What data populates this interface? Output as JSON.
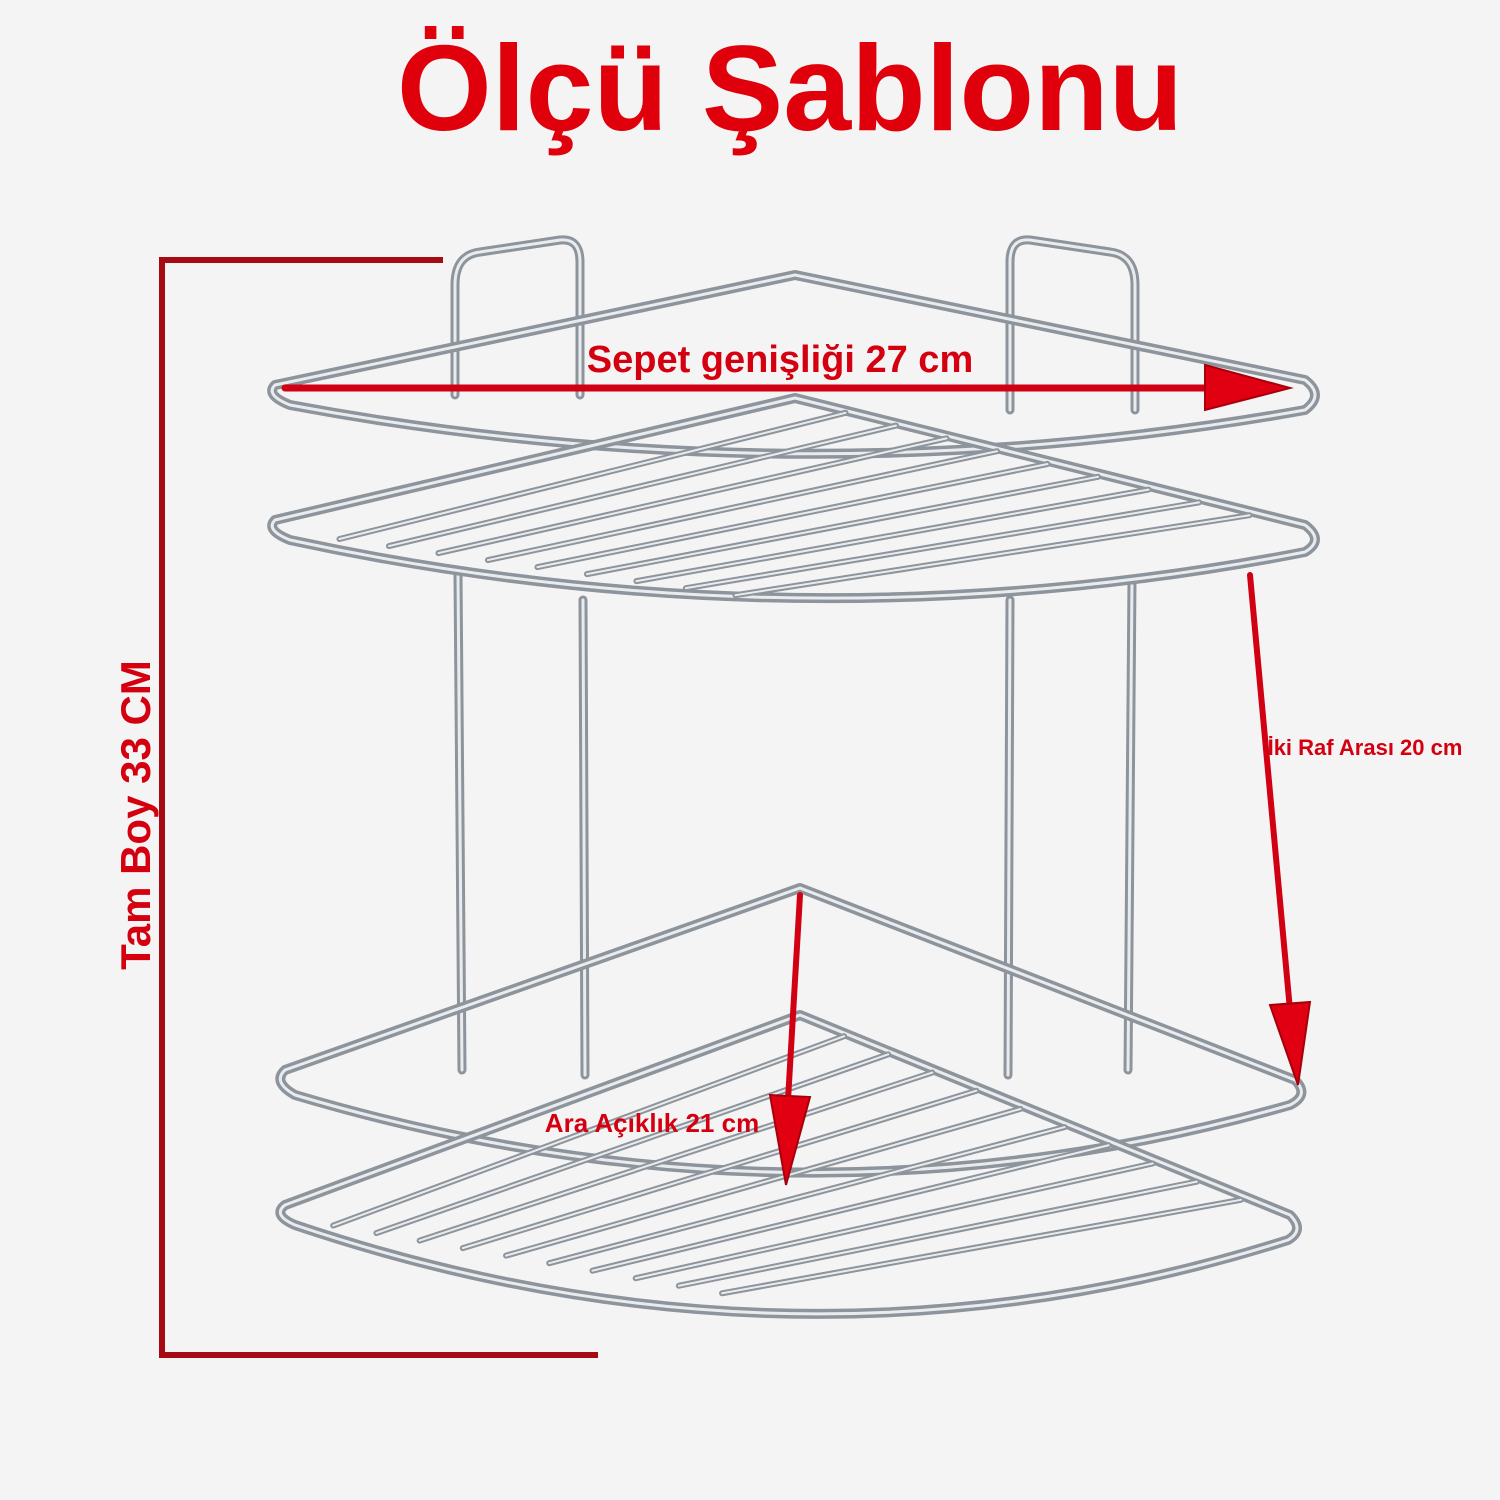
{
  "title": "Ölçü Şablonu",
  "measurements": {
    "basket_width": "Sepet genişliği 27 cm",
    "full_height": "Tam Boy 33 CM",
    "shelf_spacing": "İki Raf Arası 20 cm",
    "inner_gap": "Ara Açıklık 21 cm"
  },
  "colors": {
    "title": "#e0000b",
    "annotation": "#d40010",
    "bracket": "#a60a12",
    "background": "#f4f4f4",
    "wire": "#8e949b"
  },
  "icons": {
    "width_arrow": "arrow-right-icon",
    "spacing_arrow": "arrow-down-icon",
    "gap_arrow": "arrow-down-icon"
  }
}
